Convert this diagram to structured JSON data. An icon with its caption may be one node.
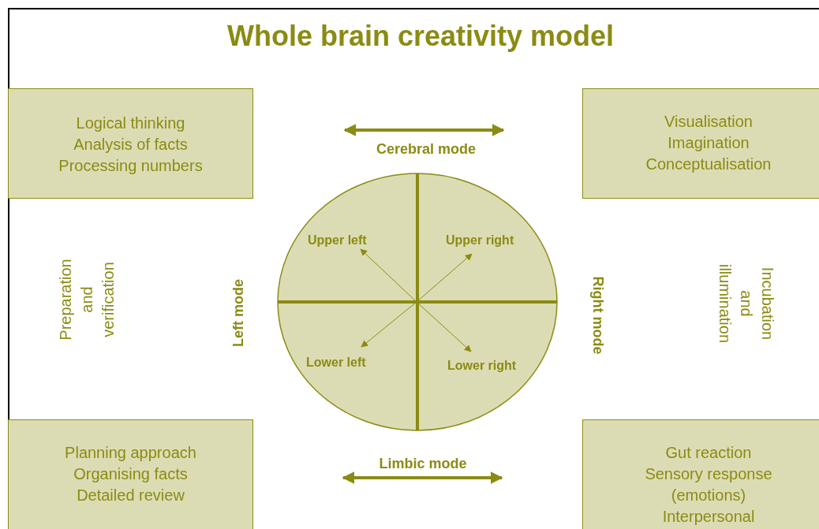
{
  "diagram": {
    "title": "Whole brain creativity model",
    "nodes": [
      {
        "text": [
          "Logical thinking",
          "Analysis of facts",
          "Processing numbers"
        ]
      },
      {
        "text": [
          "Visualisation",
          "Imagination",
          "Conceptualisation"
        ]
      },
      {
        "text": [],
        "shape": "circle"
      },
      {
        "text": [
          "Upper left"
        ],
        "in": 2
      },
      {
        "text": [
          "Upper right"
        ],
        "in": 2
      },
      {
        "text": [
          "Lower left"
        ],
        "in": 2
      },
      {
        "text": [
          "Lower right"
        ],
        "in": 2
      },
      {
        "text": [
          "Planning approach",
          "Organising facts",
          "Detailed review"
        ]
      },
      {
        "text": [
          "Gut reaction",
          "Sensory response (emotions)",
          "Interpersonal"
        ]
      }
    ],
    "edges": [
      {
        "from": null,
        "to": 3,
        "arrow": "to"
      },
      {
        "from": null,
        "to": 4,
        "arrow": "to"
      },
      {
        "from": null,
        "to": 5,
        "arrow": "to"
      },
      {
        "from": null,
        "to": 6,
        "arrow": "to"
      }
    ],
    "labels": [
      "Cerebral mode",
      "Preparation and verification",
      "Left mode",
      "Right mode",
      "Incubation and illumination",
      "Limbic mode"
    ]
  }
}
